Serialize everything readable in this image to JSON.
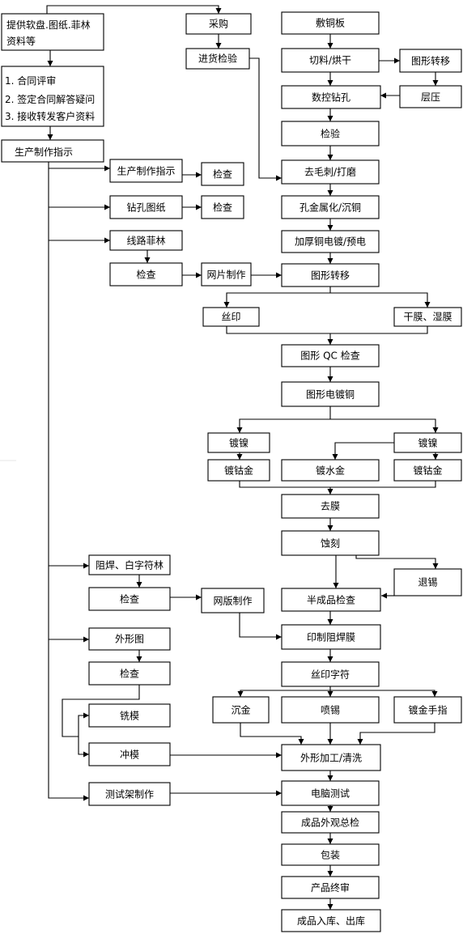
{
  "nodes": {
    "n_supply": [
      "提供软盘.图纸.菲林",
      "资料等"
    ],
    "n_review": [
      "1. 合同评审",
      "2. 签定合同解答疑问",
      "3. 接收转发客户资料"
    ],
    "n_prodinst": "生产制作指示",
    "n_purchase": "采购",
    "n_incoming": "进货检验",
    "n_prodinst2": "生产制作指示",
    "n_check1": "检查",
    "n_drilldwg": "钻孔图纸",
    "n_check2": "检查",
    "n_linefilm": "线路菲林",
    "n_check3": "检查",
    "n_filmmake": "网片制作",
    "n_ccl": "敷铜板",
    "n_cut": "切料/烘干",
    "n_imgtrans1": "图形转移",
    "n_cncdrill": "数控钻孔",
    "n_lamination": "层压",
    "n_inspect": "检验",
    "n_deburr": "去毛刺/打磨",
    "n_pth": "孔金属化/沉铜",
    "n_panelplate": "加厚铜电镀/预电",
    "n_imgtrans2": "图形转移",
    "n_silkprint": "丝印",
    "n_dryfilm": "干膜、湿膜",
    "n_imgqc": "图形 QC 检查",
    "n_patternplate": "图形电镀铜",
    "n_nickelL": "镀镍",
    "n_nickelR": "镀镍",
    "n_cobaltL": "镀钴金",
    "n_watergold": "镀水金",
    "n_cobaltR": "镀钴金",
    "n_strip": "去膜",
    "n_etch": "蚀刻",
    "n_tinstrip": "退锡",
    "n_soldermask": "阻焊、白字符林",
    "n_check4": "检查",
    "n_screenmake": "网版制作",
    "n_semiqc": "半成品检查",
    "n_printmask": "印制阻焊膜",
    "n_outline": "外形图",
    "n_silkchar": "丝印字符",
    "n_check5": "检查",
    "n_immgold": "沉金",
    "n_hasl": "喷锡",
    "n_goldfinger": "镀金手指",
    "n_milling": "铣模",
    "n_punching": "冲模",
    "n_profiling": "外形加工/清洗",
    "n_fixture": "测试架制作",
    "n_etest": "电脑测试",
    "n_finalvisual": "成品外观总检",
    "n_packing": "包装",
    "n_finalaudit": "产品终审",
    "n_warehouse": "成品入库、出库"
  }
}
